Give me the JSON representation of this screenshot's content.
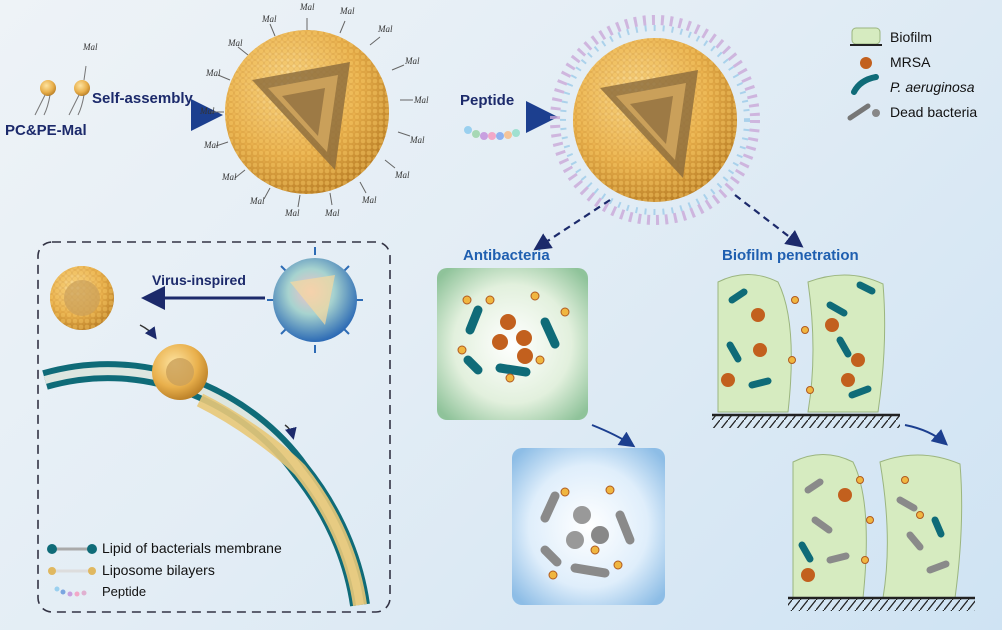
{
  "labels": {
    "pc_pe_mal": "PC&PE-Mal",
    "mal": "Mal",
    "self_assembly": "Self-assembly",
    "peptide": "Peptide",
    "antibacteria": "Antibacteria",
    "biofilm_penetration": "Biofilm penetration",
    "virus_inspired": "Virus-inspired"
  },
  "legend_top": [
    {
      "label": "Biofilm",
      "italic": false
    },
    {
      "label": "MRSA",
      "italic": false
    },
    {
      "label": "P. aeruginosa",
      "italic": true
    },
    {
      "label": "Dead bacteria",
      "italic": false
    }
  ],
  "legend_bottom": [
    {
      "label": "Lipid of bacterials membrane"
    },
    {
      "label": "Liposome bilayers"
    },
    {
      "label": "Peptide"
    }
  ],
  "colors": {
    "arrow_navy": "#1c2a6b",
    "title_blue": "#1f5fb0",
    "lipid_gold": "#e8b24a",
    "bacteria_teal": "#0f6b78",
    "mrsa_orange": "#c2601e",
    "biofilm_green": "#d6ebc0"
  }
}
